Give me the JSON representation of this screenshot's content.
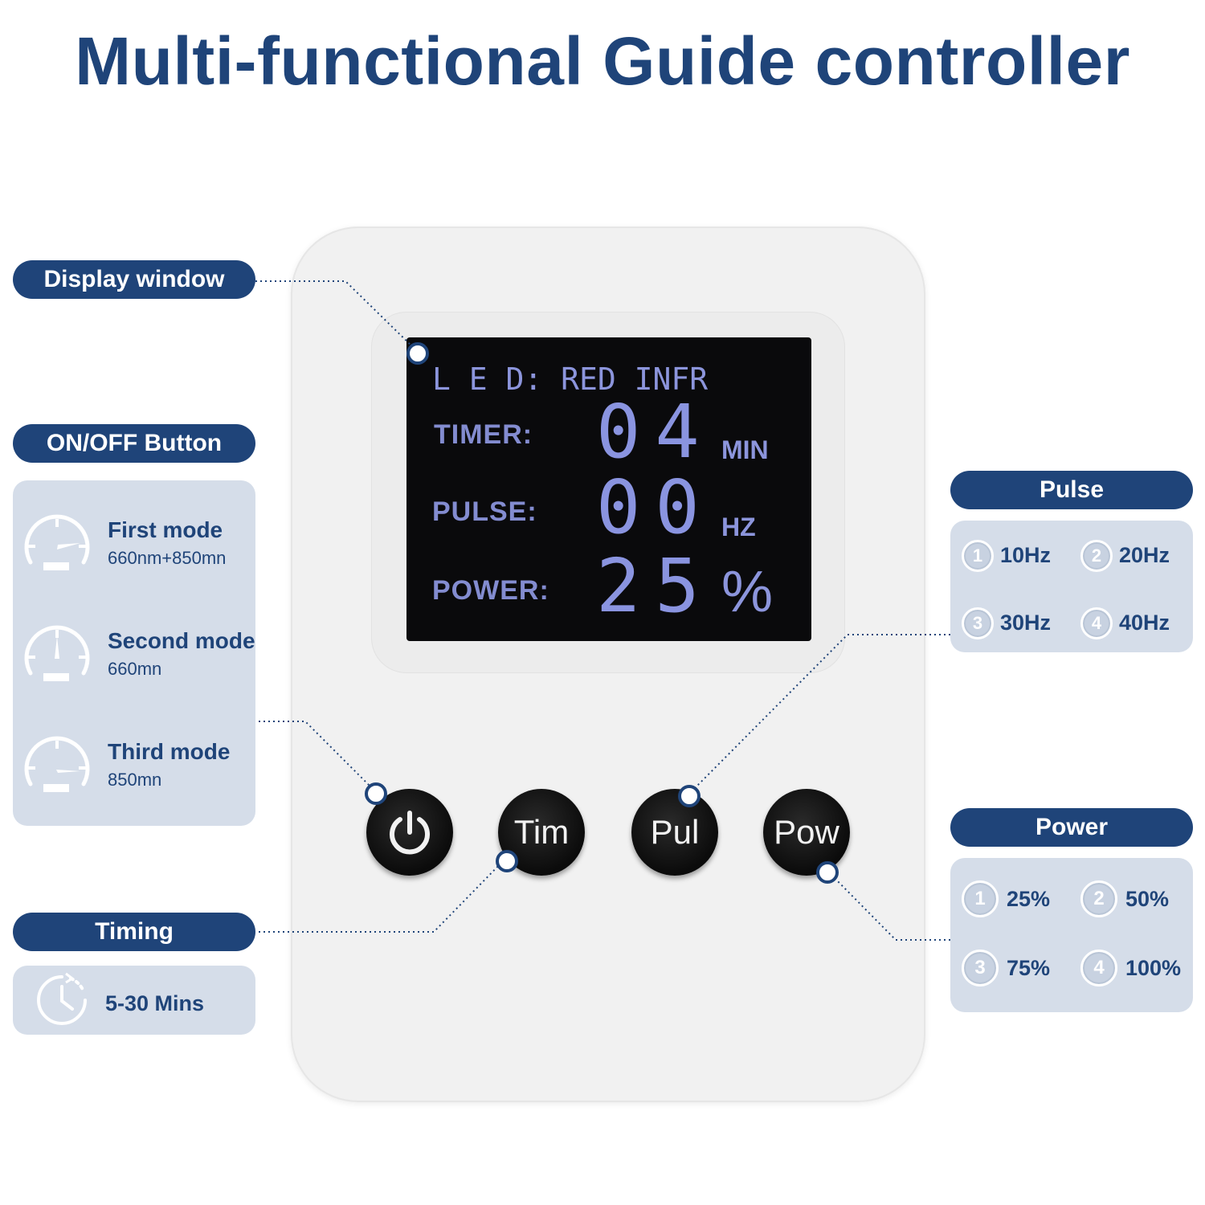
{
  "title": "Multi-functional Guide controller",
  "callouts": {
    "display_window": "Display window",
    "onoff_button": "ON/OFF Button",
    "timing": "Timing",
    "pulse": "Pulse",
    "power": "Power"
  },
  "modes": [
    {
      "name": "First mode",
      "desc": "660nm+850mn"
    },
    {
      "name": "Second mode",
      "desc": "660mn"
    },
    {
      "name": "Third mode",
      "desc": "850mn"
    }
  ],
  "timing_range": "5-30 Mins",
  "pulse_options": [
    {
      "num": "1",
      "value": "10Hz"
    },
    {
      "num": "2",
      "value": "20Hz"
    },
    {
      "num": "3",
      "value": "30Hz"
    },
    {
      "num": "4",
      "value": "40Hz"
    }
  ],
  "power_options": [
    {
      "num": "1",
      "value": "25%"
    },
    {
      "num": "2",
      "value": "50%"
    },
    {
      "num": "3",
      "value": "75%"
    },
    {
      "num": "4",
      "value": "100%"
    }
  ],
  "display": {
    "led_line": "L E D: RED INFR",
    "timer_label": "TIMER:",
    "timer_value": "04",
    "timer_unit": "MIN",
    "pulse_label": "PULSE:",
    "pulse_value": "00",
    "pulse_unit": "HZ",
    "power_label": "POWER:",
    "power_value": "25",
    "power_unit": "%"
  },
  "buttons": {
    "timer": "Tim",
    "pulse": "Pul",
    "power": "Pow"
  },
  "colors": {
    "brand_navy": "#1f4479",
    "panel_bg": "#d5dde9",
    "lcd_text": "#8c95dc"
  }
}
